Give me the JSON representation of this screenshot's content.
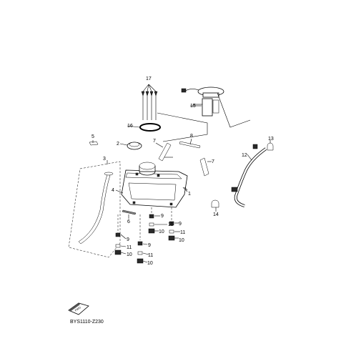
{
  "diagram": {
    "code": "BYS1110-Z230",
    "front_badge": "FWD",
    "callouts": {
      "c1": "1",
      "c2": "2",
      "c3": "3",
      "c4": "4",
      "c5": "5",
      "c6": "6",
      "c7a": "7",
      "c7b": "7",
      "c8": "8",
      "c9a": "9",
      "c9b": "9",
      "c9c": "9",
      "c9d": "9",
      "c10a": "10",
      "c10b": "10",
      "c10c": "10",
      "c10d": "10",
      "c11a": "11",
      "c11b": "11",
      "c11c": "11",
      "c11d": "11",
      "c12": "12",
      "c13": "13",
      "c14": "14",
      "c15": "15",
      "c16": "16",
      "c17": "17"
    }
  }
}
